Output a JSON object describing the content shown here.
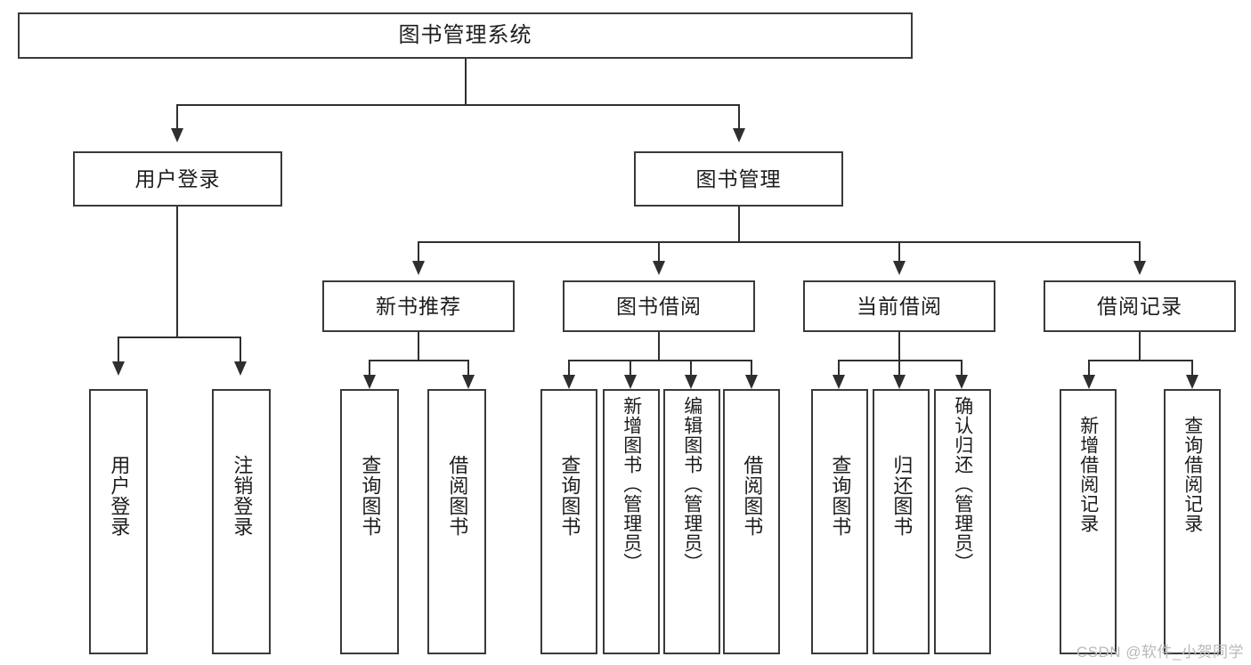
{
  "diagram": {
    "type": "tree-hierarchy-chart",
    "title": "图书管理系统",
    "watermark": "CSDN @软件_小贺同学",
    "levels": {
      "root": "图书管理系统",
      "level2": [
        "用户登录",
        "图书管理"
      ],
      "level3": [
        "新书推荐",
        "图书借阅",
        "当前借阅",
        "借阅记录"
      ]
    },
    "nodes": {
      "root": {
        "label": "图书管理系统"
      },
      "user_login": {
        "label": "用户登录"
      },
      "book_manage": {
        "label": "图书管理"
      },
      "new_book_rec": {
        "label": "新书推荐"
      },
      "book_borrow": {
        "label": "图书借阅"
      },
      "current_borrow": {
        "label": "当前借阅"
      },
      "borrow_record": {
        "label": "借阅记录"
      },
      "leaf_user_login": {
        "label": "用户登录"
      },
      "leaf_logout": {
        "label": "注销登录"
      },
      "leaf_query_book_1": {
        "label": "查询图书"
      },
      "leaf_borrow_book_1": {
        "label": "借阅图书"
      },
      "leaf_query_book_2": {
        "label": "查询图书"
      },
      "leaf_add_book": {
        "label": "新增图书（管理员）"
      },
      "leaf_edit_book": {
        "label": "编辑图书（管理员）"
      },
      "leaf_borrow_book_2": {
        "label": "借阅图书"
      },
      "leaf_query_book_3": {
        "label": "查询图书"
      },
      "leaf_return_book": {
        "label": "归还图书"
      },
      "leaf_confirm_return": {
        "label": "确认归还（管理员）"
      },
      "leaf_add_record": {
        "label": "新增借阅记录"
      },
      "leaf_query_record": {
        "label": "查询借阅记录"
      }
    },
    "colors": {
      "box_border": "#3a3a3a",
      "connector": "#2f2f2f",
      "background": "#ffffff",
      "text": "#1d1d1d",
      "watermark": "#b9b9b9"
    }
  }
}
